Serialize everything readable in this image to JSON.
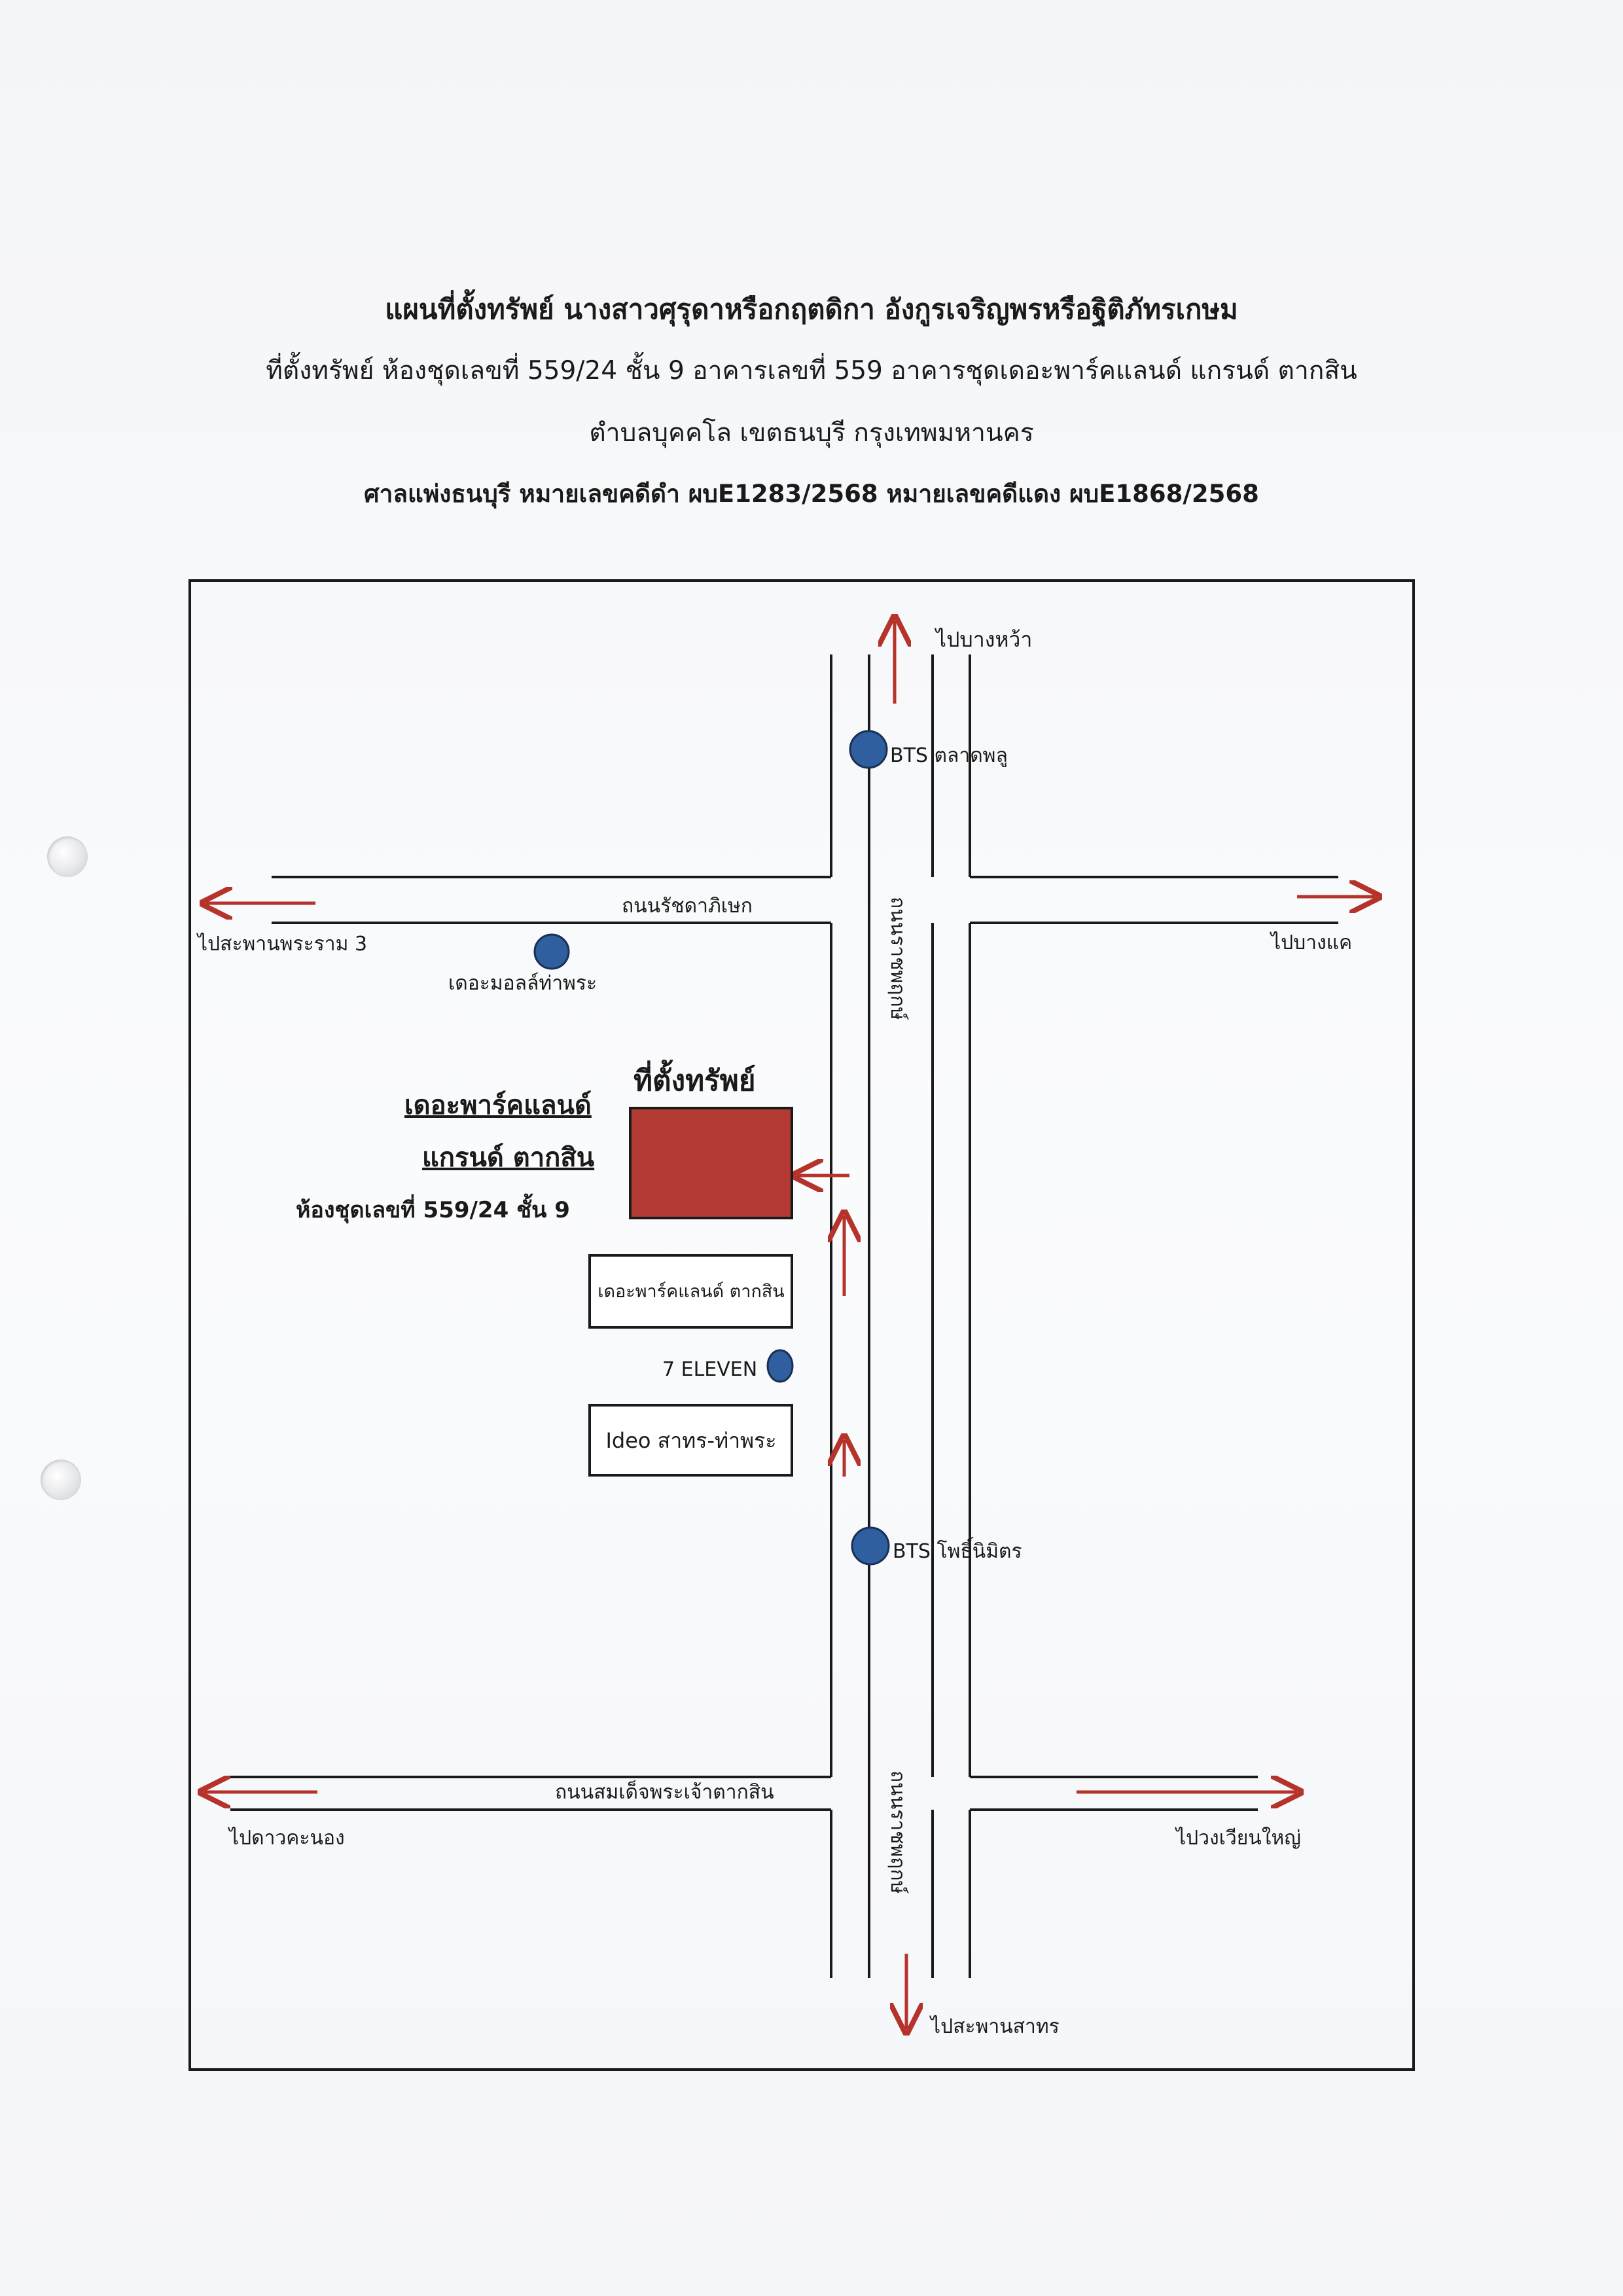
{
  "header": {
    "title": "แผนที่ตั้งทรัพย์ นางสาวศุรุดาหรือกฤตดิกา  อังกูรเจริญพรหรือฐิติภัทรเกษม",
    "line2": "ที่ตั้งทรัพย์ ห้องชุดเลขที่ 559/24  ชั้น 9  อาคารเลขที่ 559 อาคารชุดเดอะพาร์คแลนด์ แกรนด์ ตากสิน",
    "line3": "ตำบลบุคคโล  เขตธนบุรี  กรุงเทพมหานคร",
    "line4": "ศาลแพ่งธนบุรี  หมายเลขคดีดำ ผบE1283/2568  หมายเลขคดีแดง ผบE1868/2568"
  },
  "map": {
    "labels": {
      "to_bang_wa": "ไปบางหว้า",
      "bts_talat_phlu": "BTS ตลาดพลู",
      "ratchada_road": "ถนนรัชดาภิเษก",
      "to_rama3_bridge": "ไปสะพานพระราม 3",
      "to_bang_khae": "ไปบางแค",
      "the_mall_thapra": "เดอะมอลล์ท่าพระ",
      "ratchaphruek_road_upper": "ถนนราชพฤกษ์",
      "property_location": "ที่ตั้งทรัพย์",
      "building_name_1": "เดอะพาร์คแลนด์",
      "building_name_2": "แกรนด์ ตากสิน",
      "unit_info": "ห้องชุดเลขที่ 559/24  ชั้น 9",
      "parkland_box": "เดอะพาร์คแลนด์ ตากสิน",
      "seven_eleven": "7 ELEVEN",
      "ideo_box": "Ideo สาทร-ท่าพระ",
      "bts_pho_nimit": "BTS โพธิ์นิมิตร",
      "taksin_road": "ถนนสมเด็จพระเจ้าตากสิน",
      "to_dao_khanong": "ไปดาวคะนอง",
      "to_wongwian_yai": "ไปวงเวียนใหญ่",
      "ratchaphruek_road_lower": "ถนนราชพฤกษ์",
      "to_sathorn_bridge": "ไปสะพานสาทร"
    },
    "colors": {
      "arrow": "#b5332b",
      "property": "#b23a32",
      "poi_dot": "#2f5f9e",
      "road_line": "#1a1a1a"
    }
  }
}
